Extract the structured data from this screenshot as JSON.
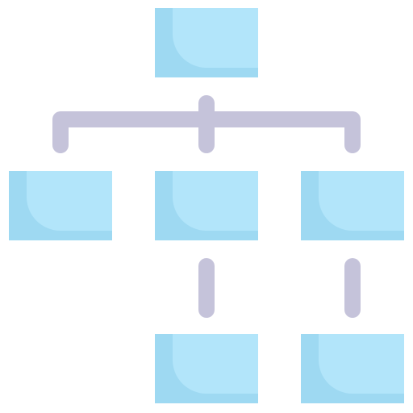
{
  "diagram": {
    "icon": "hierarchy-structure-icon",
    "colors": {
      "background": "#ffffff",
      "node_light": "#b2e5fa",
      "node_shade": "#9ed9f2",
      "connector": "#c5c3da"
    },
    "nodes": [
      {
        "id": "root",
        "level": 0,
        "column": "center"
      },
      {
        "id": "child-left",
        "level": 1,
        "column": "left"
      },
      {
        "id": "child-center",
        "level": 1,
        "column": "center"
      },
      {
        "id": "child-right",
        "level": 1,
        "column": "right"
      },
      {
        "id": "grandchild-center",
        "level": 2,
        "column": "center"
      },
      {
        "id": "grandchild-right",
        "level": 2,
        "column": "right"
      }
    ],
    "edges": [
      {
        "from": "root",
        "to": "child-left"
      },
      {
        "from": "root",
        "to": "child-center"
      },
      {
        "from": "root",
        "to": "child-right"
      },
      {
        "from": "child-center",
        "to": "grandchild-center"
      },
      {
        "from": "child-right",
        "to": "grandchild-right"
      }
    ]
  }
}
